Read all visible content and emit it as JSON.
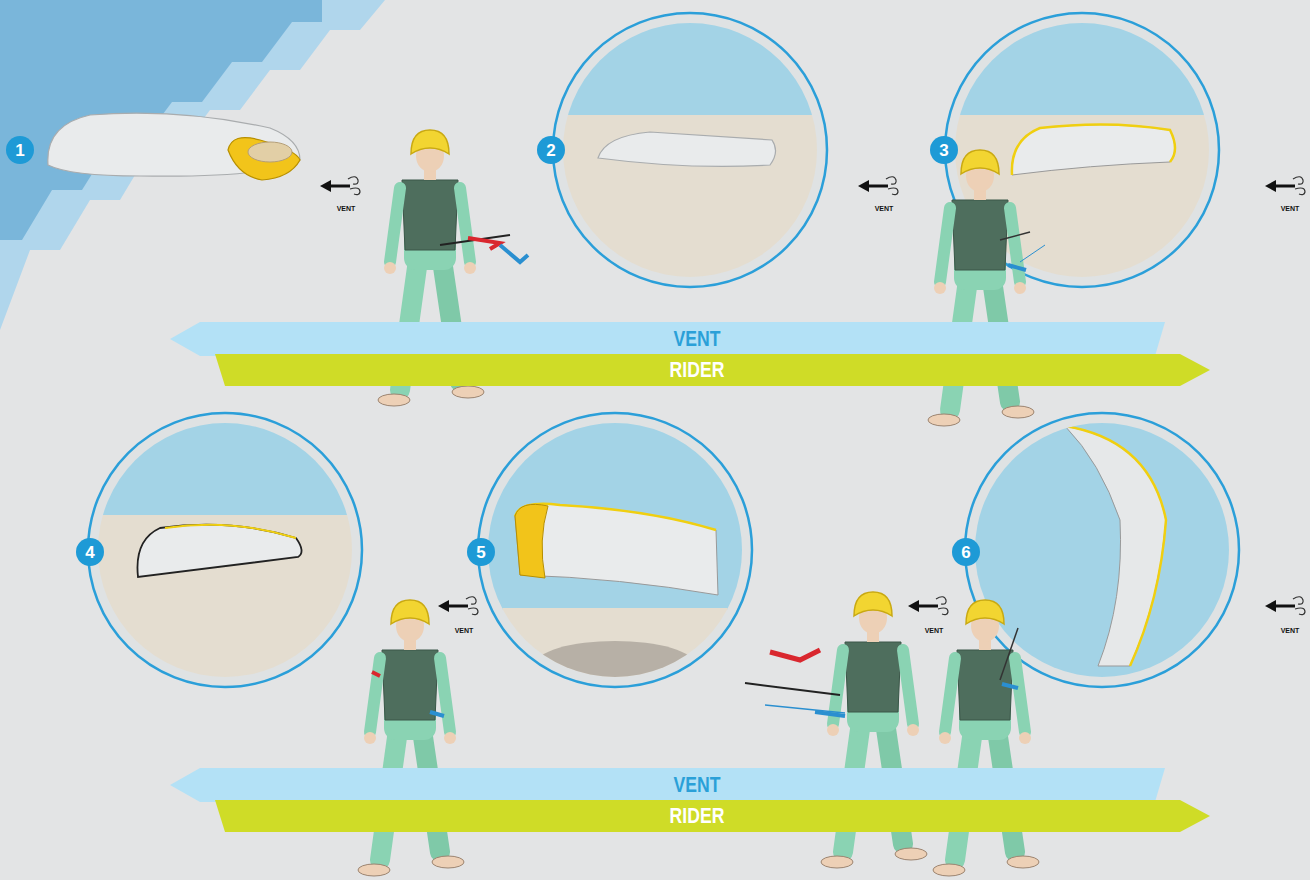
{
  "diagram": {
    "nodes": [
      {
        "text": [
          "VENT"
        ]
      },
      {
        "text": [
          "RIDER"
        ]
      },
      {
        "text": [
          "VENT"
        ]
      },
      {
        "text": [
          "RIDER"
        ]
      }
    ],
    "labels": [
      "1",
      "VENT",
      "2",
      "VENT",
      "3",
      "VENT",
      "4",
      "VENT",
      "5",
      "VENT",
      "6",
      "VENT"
    ]
  }
}
